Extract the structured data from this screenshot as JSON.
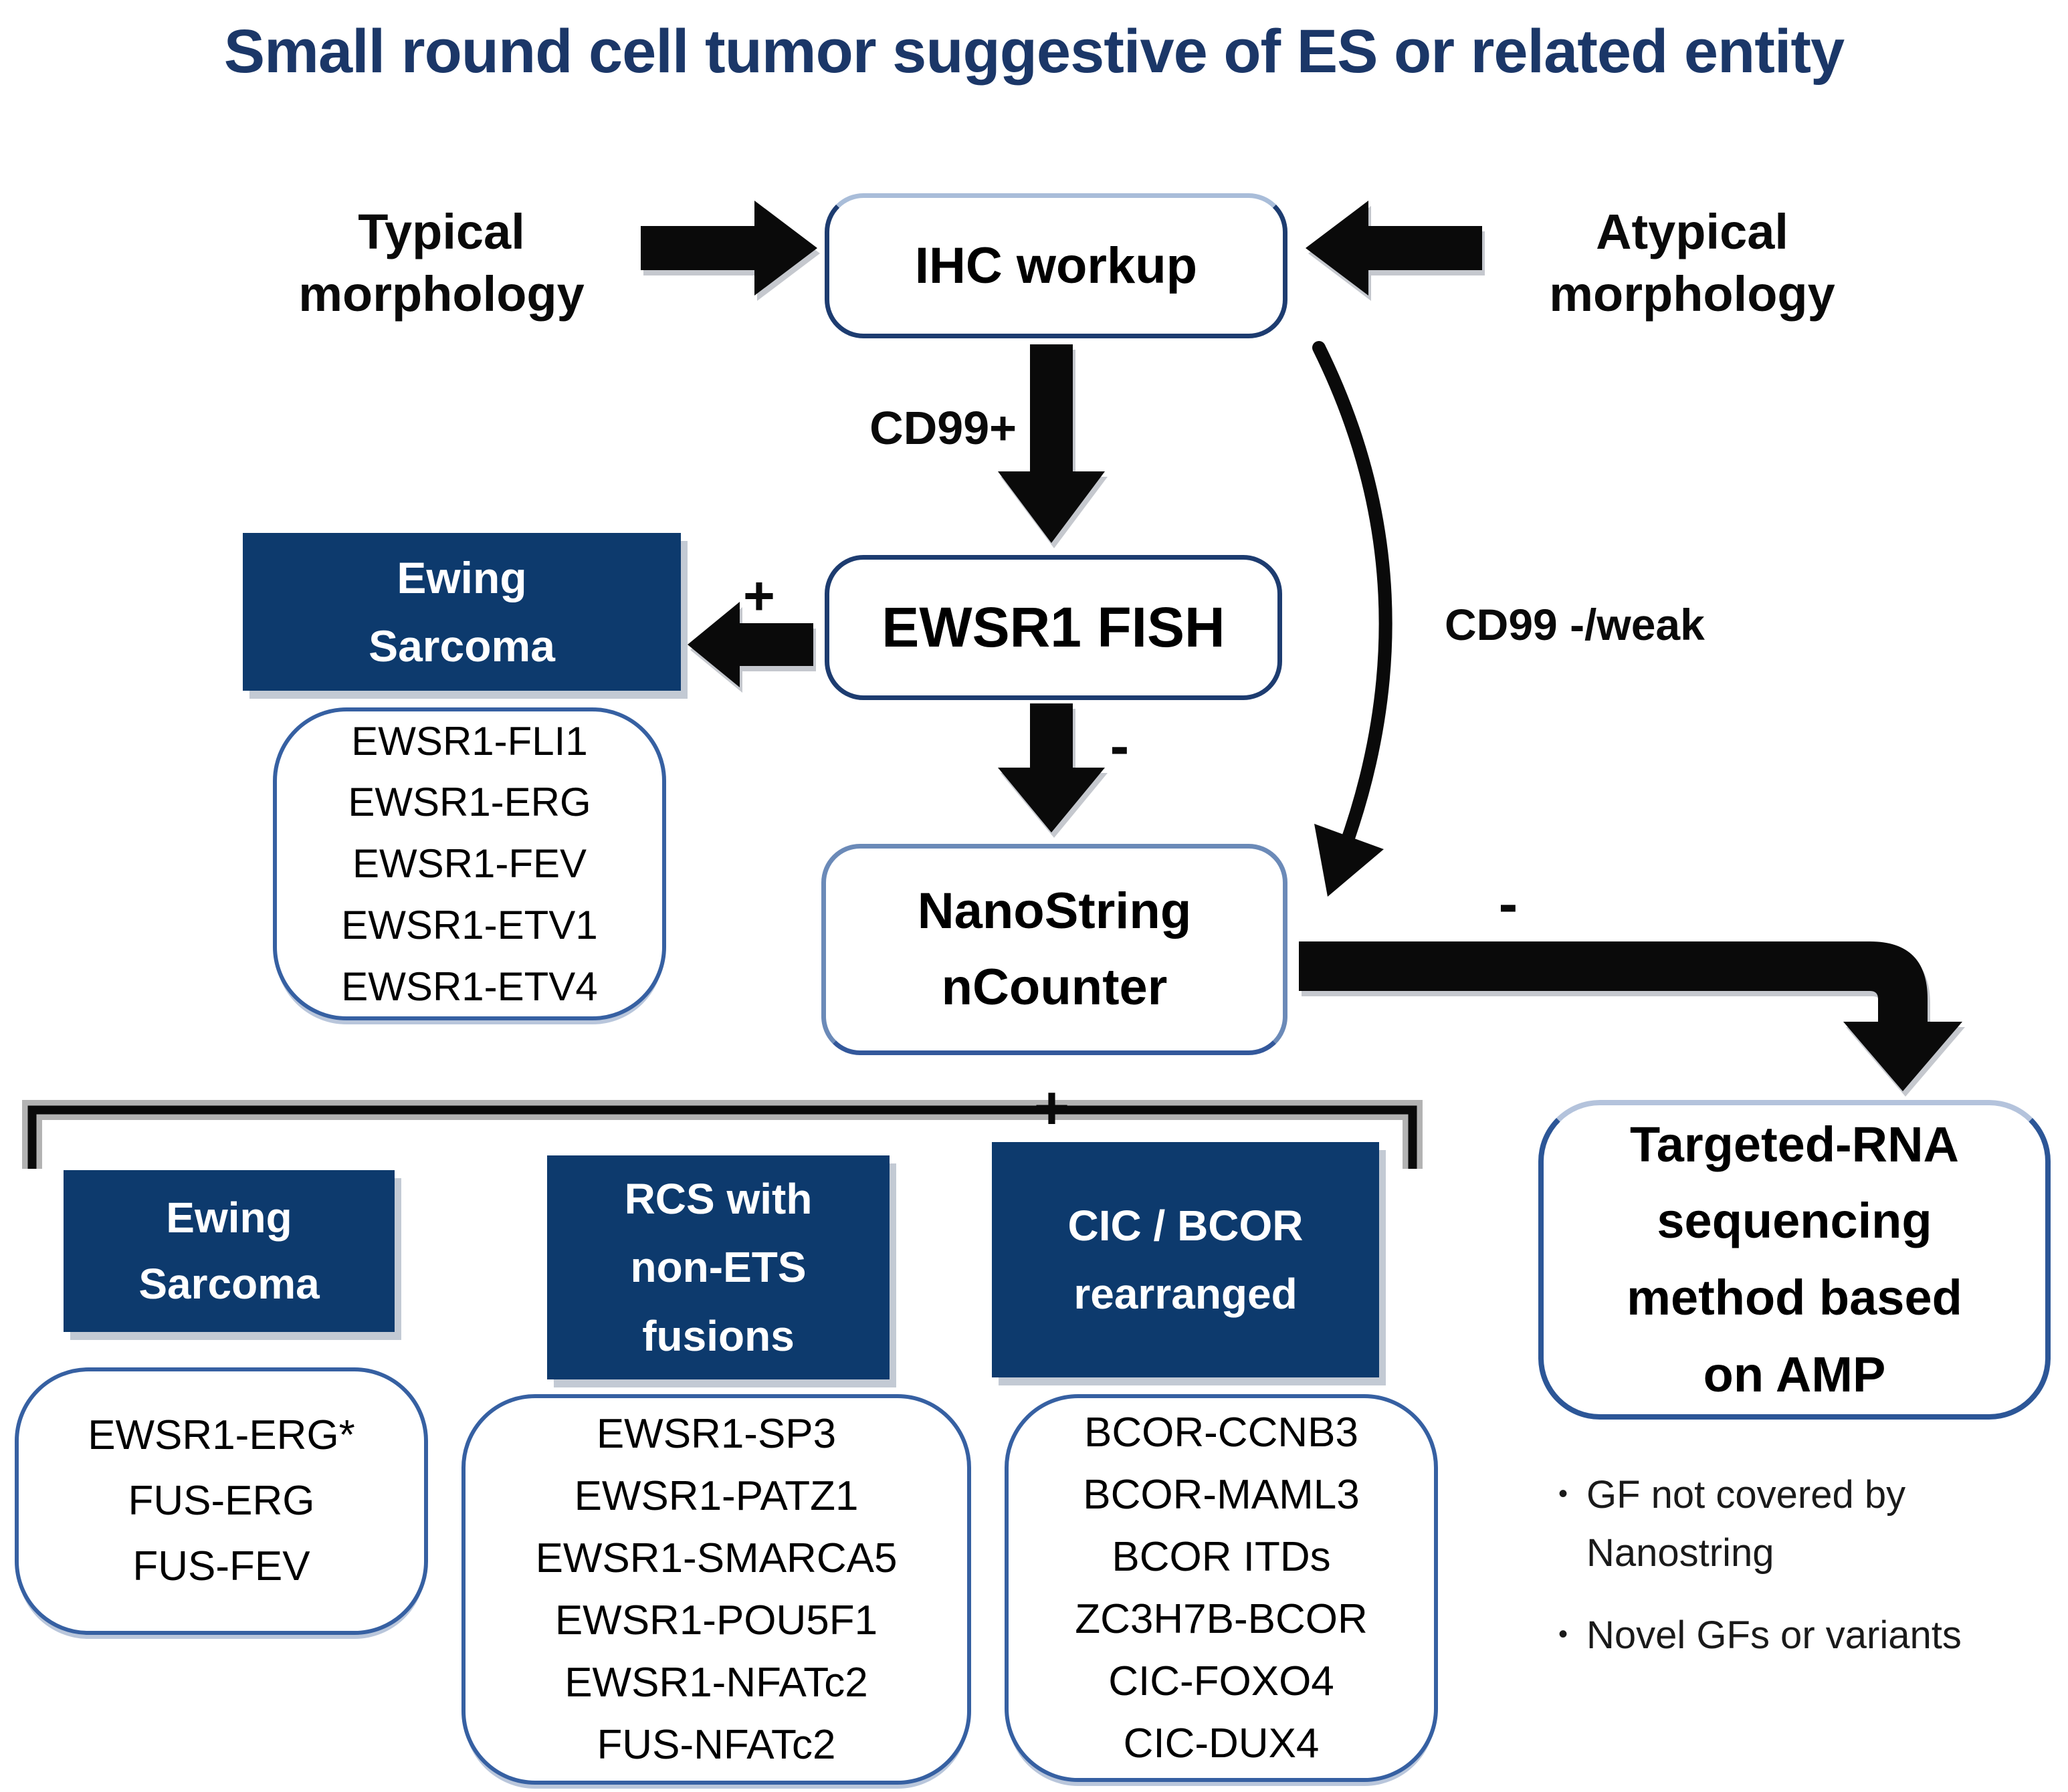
{
  "title": {
    "text": "Small round cell tumor suggestive of ES or related entity"
  },
  "labels": {
    "typical": "Typical\nmorphology",
    "atypical": "Atypical\nmorphology",
    "cd99_positive": "CD99+",
    "cd99_negative_weak": "CD99 -/weak",
    "fish_positive": "+",
    "fish_negative": "-",
    "nanostring_negative": "-",
    "nanostring_positive": "+"
  },
  "nodes": {
    "ihc": {
      "label": "IHC workup"
    },
    "fish": {
      "label": "EWSR1 FISH"
    },
    "nanostring": {
      "label": "NanoString\nnCounter"
    },
    "targeted_rna": {
      "label": "Targeted-RNA\nsequencing\nmethod based\non AMP"
    }
  },
  "ewing_fish_positive": {
    "header": "Ewing\nSarcoma",
    "fusions": [
      "EWSR1-FLI1",
      "EWSR1-ERG",
      "EWSR1-FEV",
      "EWSR1-ETV1",
      "EWSR1-ETV4"
    ]
  },
  "nanostring_groups": [
    {
      "header": "Ewing\nSarcoma",
      "fusions": [
        "EWSR1-ERG*",
        "FUS-ERG",
        "FUS-FEV"
      ]
    },
    {
      "header": "RCS with\nnon-ETS\nfusions",
      "fusions": [
        "EWSR1-SP3",
        "EWSR1-PATZ1",
        "EWSR1-SMARCA5",
        "EWSR1-POU5F1",
        "EWSR1-NFATc2",
        "FUS-NFATc2"
      ]
    },
    {
      "header": "CIC / BCOR\nrearranged",
      "fusions": [
        "BCOR-CCNB3",
        "BCOR-MAML3",
        "BCOR ITDs",
        "ZC3H7B-BCOR",
        "CIC-FOXO4",
        "CIC-DUX4"
      ]
    }
  ],
  "notes": {
    "bullet_glyph": "•",
    "items": [
      "GF not covered by\nNanostring",
      "Novel GFs or variants"
    ]
  },
  "colors": {
    "navy_fill": "#0d3a6d",
    "title_text": "#1b3768",
    "box_border_dark": "#1d3c70",
    "box_border_medium": "#3660a2",
    "arrow_black": "#0a0a0a",
    "shadow_gray": "#c3cad4"
  }
}
